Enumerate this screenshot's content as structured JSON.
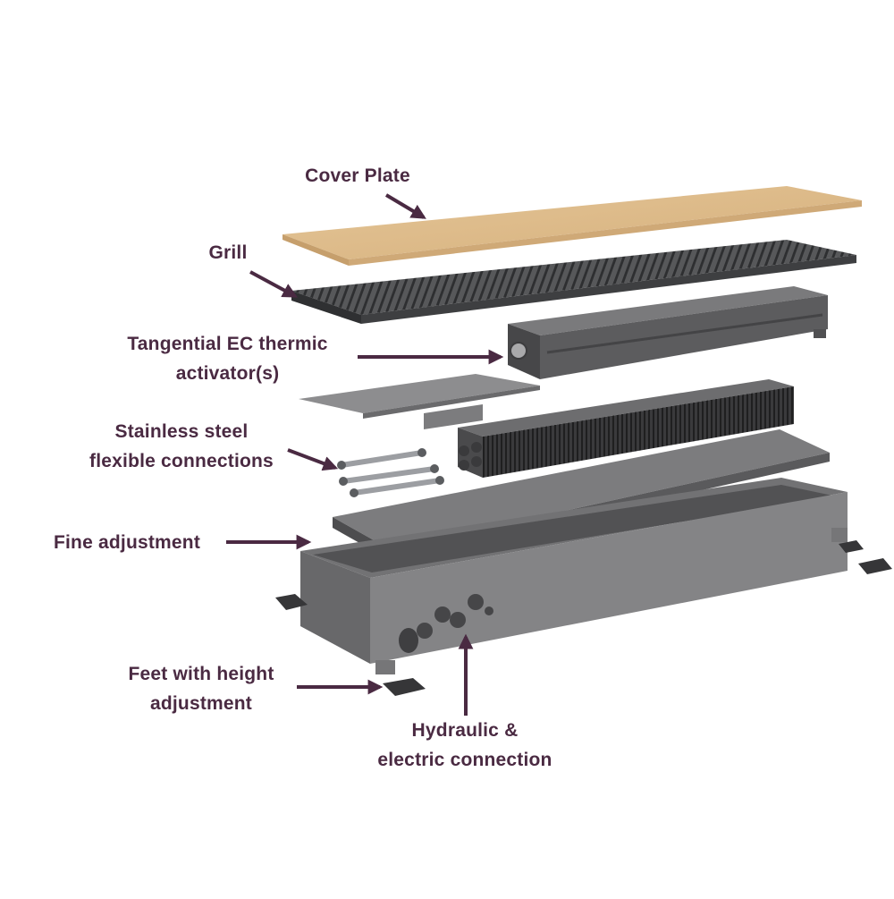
{
  "colors": {
    "label": "#4a2a42",
    "arrow": "#4a2a42",
    "metal_dark": "#505052",
    "metal_mid": "#6e6e70",
    "metal_light": "#8f8f91",
    "wood": "#ddbb8a",
    "wood_edge": "#c9a271"
  },
  "labels": {
    "cover_plate": {
      "lines": [
        "Cover Plate"
      ]
    },
    "grill": {
      "lines": [
        "Grill"
      ]
    },
    "activator": {
      "lines": [
        "Tangential EC thermic",
        "activator(s)"
      ]
    },
    "flex": {
      "lines": [
        "Stainless steel",
        "flexible connections"
      ]
    },
    "fine": {
      "lines": [
        "Fine adjustment"
      ]
    },
    "feet": {
      "lines": [
        "Feet with height",
        "adjustment"
      ]
    },
    "hydraulic": {
      "lines": [
        "Hydraulic &",
        "electric connection"
      ]
    }
  },
  "parts": [
    {
      "id": "cover-plate",
      "icon": "wood-cover-plate"
    },
    {
      "id": "grill",
      "icon": "slatted-grill"
    },
    {
      "id": "activator",
      "icon": "tangential-fan-unit"
    },
    {
      "id": "divider-plate",
      "icon": "flat-metal-plate"
    },
    {
      "id": "heat-exchanger",
      "icon": "finned-heat-exchanger"
    },
    {
      "id": "flex-hoses",
      "icon": "flexible-hose"
    },
    {
      "id": "inner-tray",
      "icon": "metal-tray"
    },
    {
      "id": "housing",
      "icon": "trench-housing"
    },
    {
      "id": "feet",
      "icon": "adjustable-foot"
    }
  ]
}
